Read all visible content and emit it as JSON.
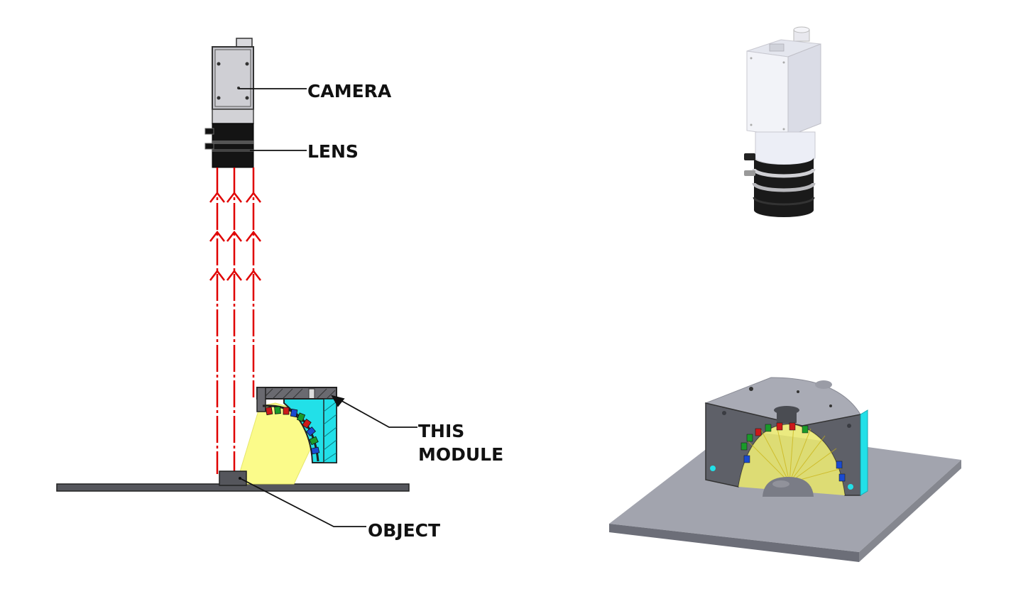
{
  "labels": {
    "camera": "CAMERA",
    "lens": "LENS",
    "module_line1": "THIS",
    "module_line2": "MODULE",
    "object": "OBJECT"
  },
  "colors": {
    "ray": "#e00000",
    "light_cone": "#fbfb8a",
    "housing_cyan": "#22e0e8",
    "steel": "#5a5a60",
    "base_plate": "#9fa0a8",
    "camera_body": "#eef0f8",
    "lens_black": "#141414"
  }
}
